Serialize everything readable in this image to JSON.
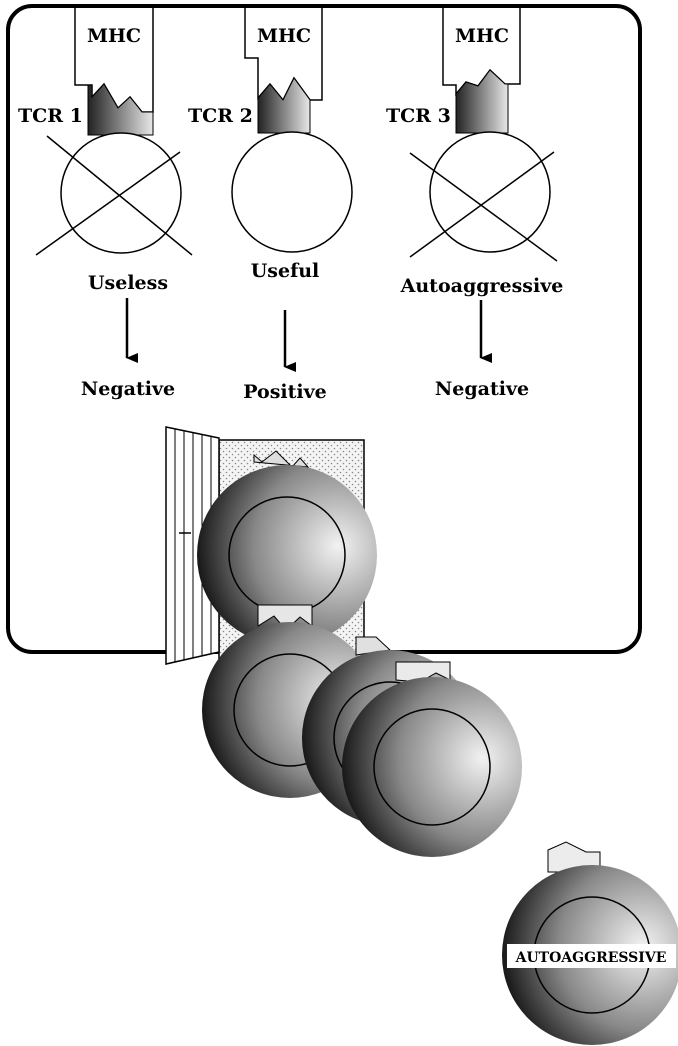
{
  "panels": [
    {
      "mhc": "MHC",
      "tcr": "TCR 1",
      "outcome": "Useless",
      "selection": "Negative",
      "crossed": true
    },
    {
      "mhc": "MHC",
      "tcr": "TCR 2",
      "outcome": "Useful",
      "selection": "Positive",
      "crossed": false
    },
    {
      "mhc": "MHC",
      "tcr": "TCR 3",
      "outcome": "Autoaggressive",
      "selection": "Negative",
      "crossed": true
    }
  ],
  "escaped_cell_label": "AUTOAGGRESSIVE",
  "colors": {
    "outline": "#000000",
    "stipple": "#999999",
    "background": "#ffffff"
  }
}
